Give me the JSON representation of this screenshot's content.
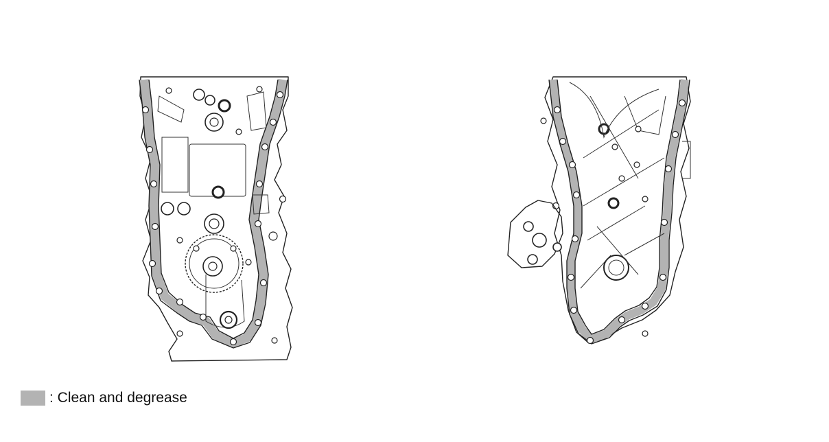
{
  "legend": {
    "swatch_color": "#b3b3b3",
    "label": ": Clean and degrease"
  },
  "colors": {
    "seal_band": "#b3b3b3",
    "outline": "#222222"
  },
  "figures": [
    {
      "name": "engine-block-front-face"
    },
    {
      "name": "timing-chain-cover-inner-face"
    }
  ]
}
